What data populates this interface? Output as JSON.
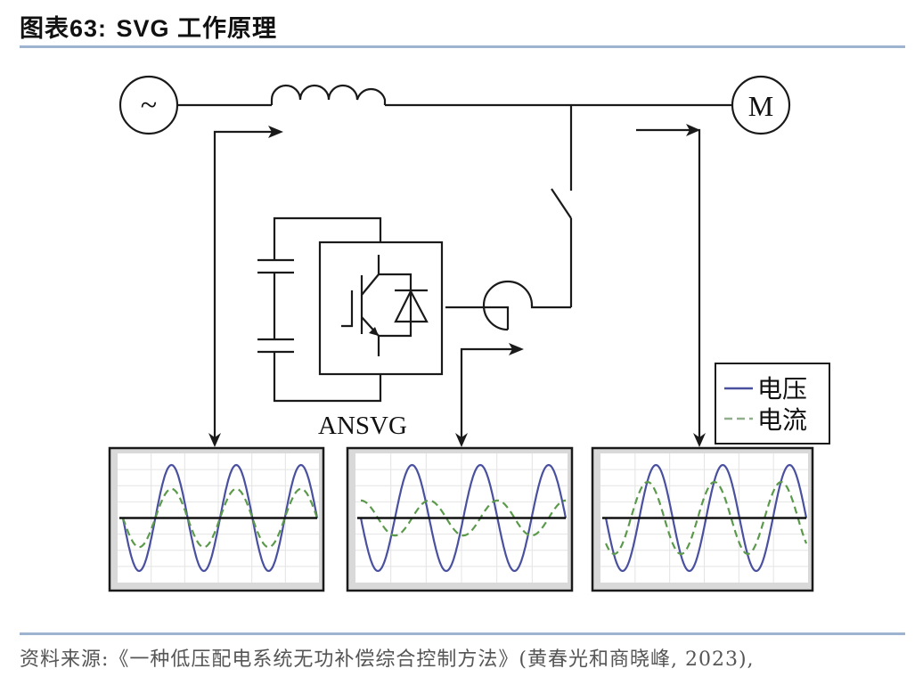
{
  "title": {
    "prefix": "图表",
    "number": "63:",
    "text": "SVG 工作原理"
  },
  "diagram": {
    "source_symbol": "~",
    "motor_label": "M",
    "device_label": "ANSVG",
    "legend": {
      "items": [
        {
          "label": "电压",
          "style": "solid",
          "color": "#4a50a0"
        },
        {
          "label": "电流",
          "style": "dashed",
          "color": "#5a9a4a"
        }
      ]
    },
    "components": [
      "ac-source",
      "inductor",
      "motor",
      "switch",
      "capacitors",
      "igbt",
      "diode",
      "current-transformer"
    ]
  },
  "chart_data": [
    {
      "type": "line",
      "title": "Grid-side waveform",
      "cycles": 3,
      "series": [
        {
          "name": "电压",
          "style": "solid",
          "color": "#4a50a0",
          "amplitude": 1.0,
          "phase_deg": 0
        },
        {
          "name": "电流",
          "style": "dashed",
          "color": "#5a9a4a",
          "amplitude": 0.55,
          "phase_deg": 0
        }
      ],
      "grid": true
    },
    {
      "type": "line",
      "title": "ANSVG output waveform",
      "cycles": 3,
      "series": [
        {
          "name": "电压",
          "style": "solid",
          "color": "#4a50a0",
          "amplitude": 1.0,
          "phase_deg": 0
        },
        {
          "name": "电流",
          "style": "dashed",
          "color": "#5a9a4a",
          "amplitude": 0.33,
          "phase_deg": 90
        }
      ],
      "grid": true
    },
    {
      "type": "line",
      "title": "Load-side waveform",
      "cycles": 3,
      "series": [
        {
          "name": "电压",
          "style": "solid",
          "color": "#4a50a0",
          "amplitude": 1.0,
          "phase_deg": 0
        },
        {
          "name": "电流",
          "style": "dashed",
          "color": "#5a9a4a",
          "amplitude": 0.68,
          "phase_deg": -45
        }
      ],
      "grid": true
    }
  ],
  "footer": {
    "source": "资料来源:《一种低压配电系统无功补偿综合控制方法》(黄春光和商晓峰, 2023),"
  }
}
